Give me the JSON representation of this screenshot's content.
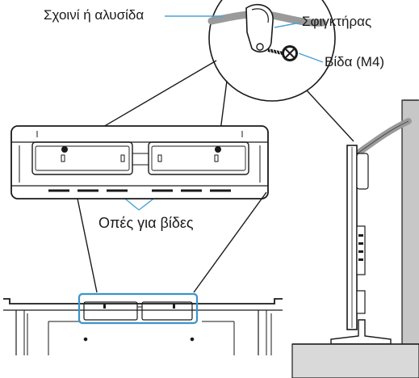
{
  "labels": {
    "rope_or_chain": "Σχοινί ή αλυσίδα",
    "clamp": "Σφιγκτήρας",
    "screw": "Βίδα (M4)",
    "screw_holes": "Οπές για βίδες"
  },
  "colors": {
    "line_art": "#1a1a1a",
    "callout_blue": "#4aa3d6",
    "highlight_box": "#3b94c9",
    "rope_gray": "#9a9a9a",
    "wall_gray": "#c7c7c7",
    "shelf_gray": "#d9d9d9"
  },
  "icons": {
    "screw": "screw-icon",
    "clamp": "clamp-icon"
  }
}
